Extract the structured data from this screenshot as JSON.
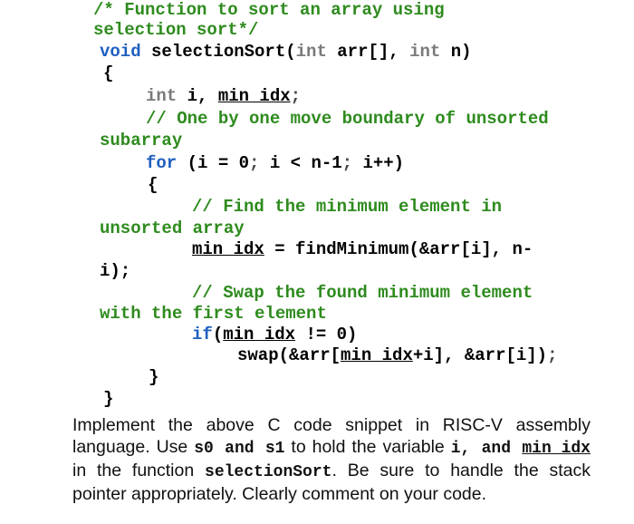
{
  "code_lines": [
    "/* Function to sort an array using",
    "selection sort*/",
    "void selectionSort(int arr[], int n)",
    "{",
    "int i, min_idx;",
    "// One by one move boundary of unsorted",
    "subarray",
    "for (i = 0; i < n-1; i++)",
    "{",
    "// Find the minimum element in",
    "unsorted array",
    "min_idx = findMinimum(&arr[i], n-",
    "i);",
    "// Swap the found minimum element",
    "with the first element",
    "if(min_idx != 0)",
    "swap(&arr[min_idx+i], &arr[i]);",
    "}",
    "}"
  ],
  "task": {
    "t1": "Implement the above C code snippet in RISC-V assembly language. Use ",
    "s0": "s0",
    "and1": " and ",
    "s1": "s1",
    "t2": " to hold the variable ",
    "i": "i,",
    "and2": " and ",
    "min_idx": "min_idx",
    "t3": " in the function ",
    "fn": "selectionSort",
    "t4": ". Be sure to handle the stack pointer appropriately. Clearly comment on your code."
  }
}
